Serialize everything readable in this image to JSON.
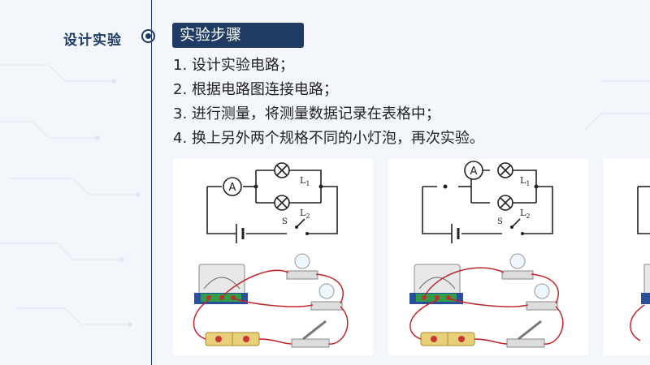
{
  "sidebar": {
    "title": "设计实验"
  },
  "section": {
    "badge": "实验步骤"
  },
  "steps": [
    "1. 设计实验电路；",
    "2. 根据电路图连接电路；",
    "3. 进行测量，将测量数据记录在表格中；",
    "4. 换上另外两个规格不同的小灯泡，再次实验。"
  ],
  "circuit": {
    "ammeter": "A",
    "lamp1": "L",
    "lamp1_sub": "1",
    "lamp2": "L",
    "lamp2_sub": "2",
    "switch": "S"
  },
  "colors": {
    "accent": "#1f3b63",
    "wire": "#c0272d",
    "meter_green": "#2e9e4a"
  }
}
